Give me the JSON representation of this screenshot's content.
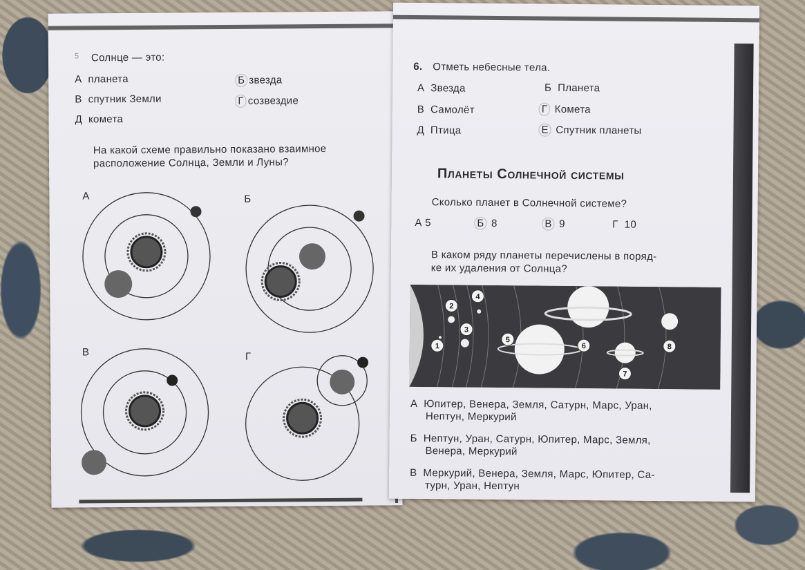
{
  "left": {
    "q5": {
      "number": "5",
      "question": "Солнце — это:",
      "options": [
        {
          "letter": "А",
          "text": "планета"
        },
        {
          "letter": "Б",
          "text": "звезда"
        },
        {
          "letter": "В",
          "text": "спутник Земли"
        },
        {
          "letter": "Г",
          "text": "созвездие"
        },
        {
          "letter": "Д",
          "text": "комета"
        }
      ]
    },
    "q_scheme": {
      "question_line1": "На какой схеме правильно показано взаимное",
      "question_line2": "расположение Солнца, Земли и Луны?",
      "labels": [
        "А",
        "Б",
        "В",
        "Г"
      ]
    }
  },
  "right": {
    "q6": {
      "number": "6.",
      "question": "Отметь небесные тела.",
      "options": [
        {
          "letter": "А",
          "text": "Звезда"
        },
        {
          "letter": "Б",
          "text": "Планета"
        },
        {
          "letter": "В",
          "text": "Самолёт"
        },
        {
          "letter": "Г",
          "text": "Комета"
        },
        {
          "letter": "Д",
          "text": "Птица"
        },
        {
          "letter": "Е",
          "text": "Спутник планеты"
        }
      ]
    },
    "section_title": "Планеты Солнечной системы",
    "q_count": {
      "question": "Сколько планет в Солнечной системе?",
      "options": [
        {
          "letter": "А",
          "text": "5"
        },
        {
          "letter": "Б",
          "text": "8"
        },
        {
          "letter": "В",
          "text": "9"
        },
        {
          "letter": "Г",
          "text": "10"
        }
      ]
    },
    "q_order": {
      "question_line1": "В каком ряду планеты перечислены в поряд-",
      "question_line2": "ке их удаления от Солнца?",
      "planet_numbers": [
        "1",
        "2",
        "3",
        "4",
        "5",
        "6",
        "7",
        "8"
      ],
      "answers": [
        {
          "letter": "А",
          "line1": "Юпитер, Венера, Земля, Сатурн, Марс, Уран,",
          "line2": "Нептун, Меркурий"
        },
        {
          "letter": "Б",
          "line1": "Нептун, Уран, Сатурн, Юпитер, Марс, Земля,",
          "line2": "Венера, Меркурий"
        },
        {
          "letter": "В",
          "line1": "Меркурий, Венера, Земля, Марс, Юпитер, Са-",
          "line2": "турн, Уран, Нептун"
        }
      ]
    }
  }
}
